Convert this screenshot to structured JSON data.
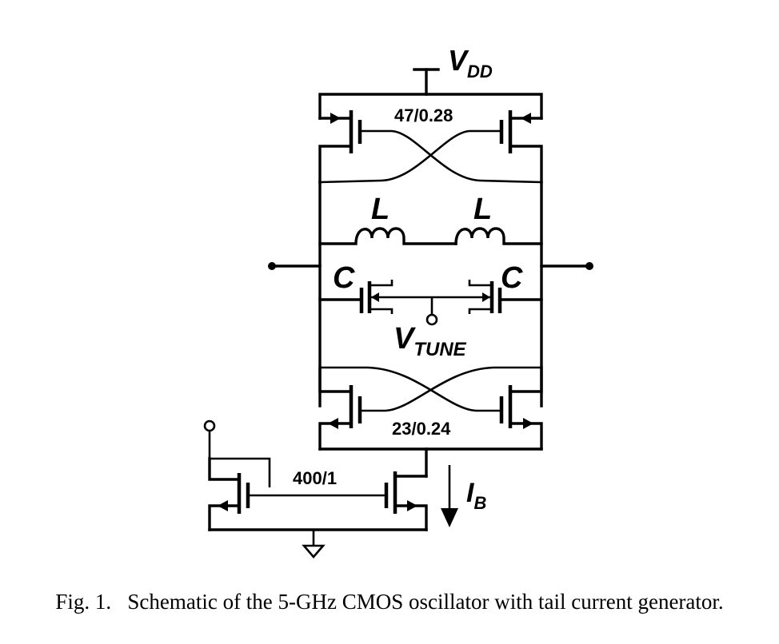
{
  "labels": {
    "vdd_main": "V",
    "vdd_sub": "DD",
    "inductor_left": "L",
    "inductor_right": "L",
    "cap_left": "C",
    "cap_right": "C",
    "vtune_main": "V",
    "vtune_sub": "TUNE",
    "ib_main": "I",
    "ib_sub": "B"
  },
  "transistor_sizes": {
    "pmos_pair": "47/0.28",
    "nmos_pair": "23/0.24",
    "mirror": "400/1"
  },
  "caption": {
    "number": "Fig. 1.",
    "text": "Schematic of the 5-GHz CMOS oscillator with tail current generator."
  }
}
